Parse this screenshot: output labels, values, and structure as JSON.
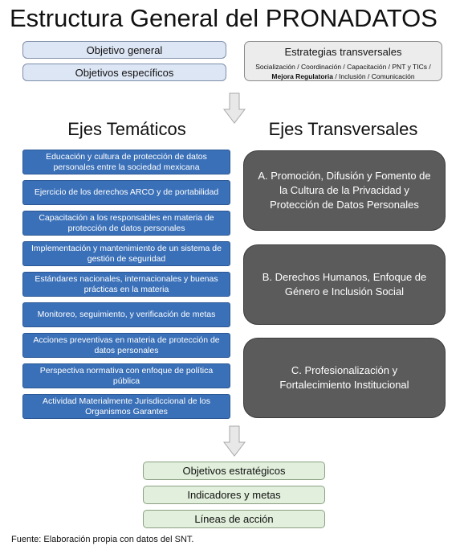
{
  "title": "Estructura General del PRONADATOS",
  "top_left": {
    "objetivo_general": "Objetivo general",
    "objetivos_especificos": "Objetivos específicos"
  },
  "strategies": {
    "title": "Estrategias transversales",
    "items": [
      "Socialización",
      "Coordinación",
      "Capacitación",
      "PNT y TICs",
      "Mejora Regulatoria",
      "Inclusión",
      "Comunicación"
    ]
  },
  "ejes_tematicos": {
    "heading": "Ejes Temáticos",
    "items": [
      "Educación y cultura de protección de datos personales entre la sociedad mexicana",
      "Ejercicio de los derechos ARCO y de portabilidad",
      "Capacitación a los responsables en materia de protección de datos personales",
      "Implementación y mantenimiento de un sistema de gestión de seguridad",
      "Estándares nacionales, internacionales y buenas prácticas en la materia",
      "Monitoreo, seguimiento, y verificación de metas",
      "Acciones preventivas en materia de protección de datos personales",
      "Perspectiva normativa con enfoque de política pública",
      "Actividad Materialmente Jurisdiccional de los Organismos Garantes"
    ]
  },
  "ejes_transversales": {
    "heading": "Ejes Transversales",
    "items": [
      "A. Promoción, Difusión y Fomento de la Cultura de la Privacidad y Protección de Datos Personales",
      "B. Derechos Humanos, Enfoque de Género e Inclusión Social",
      "C. Profesionalización y Fortalecimiento Institucional"
    ]
  },
  "outputs": [
    "Objetivos estratégicos",
    "Indicadores y metas",
    "Líneas de acción"
  ],
  "source": "Fuente: Elaboración propia con datos del SNT.",
  "colors": {
    "theme_box": "#3a70b8",
    "transversal_box": "#5b5b5b",
    "objective_box": "#dde6f4",
    "output_box": "#e1efdc",
    "strategy_box": "#ececec"
  },
  "icons": [
    "down-arrow-icon",
    "down-arrow-icon"
  ]
}
